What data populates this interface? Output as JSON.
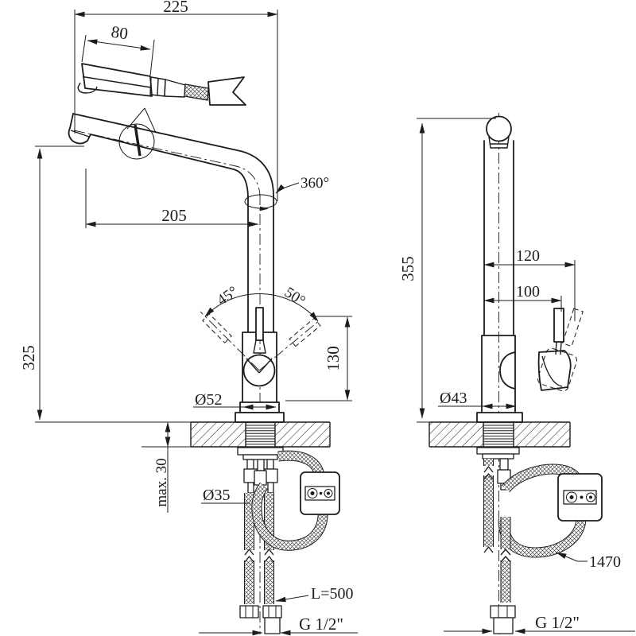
{
  "page": {
    "background": "#ffffff",
    "line_color": "#1c1c1c",
    "type": "technical-drawing",
    "subject": "kitchen faucet with pull-out spray, two projection views"
  },
  "views": {
    "front": {
      "title": "front-view",
      "dims": {
        "overall_depth": "225",
        "spray_head": "80",
        "spout_reach": "205",
        "spout_height": "325",
        "swivel_angle": "360°",
        "lever_angle_left": "45°",
        "lever_angle_right": "50°",
        "lever_height": "130",
        "body_dia": "Ø52",
        "deck_max": "max. 30",
        "hole_dia": "Ø35",
        "supply_hose": "L=500",
        "thread": "G 1/2\""
      }
    },
    "side": {
      "title": "side-view",
      "dims": {
        "total_height": "355",
        "lever_reach_open": "120",
        "lever_reach": "100",
        "body_dia": "Ø43",
        "pullout_hose": "1470",
        "thread": "G 1/2\""
      }
    }
  }
}
